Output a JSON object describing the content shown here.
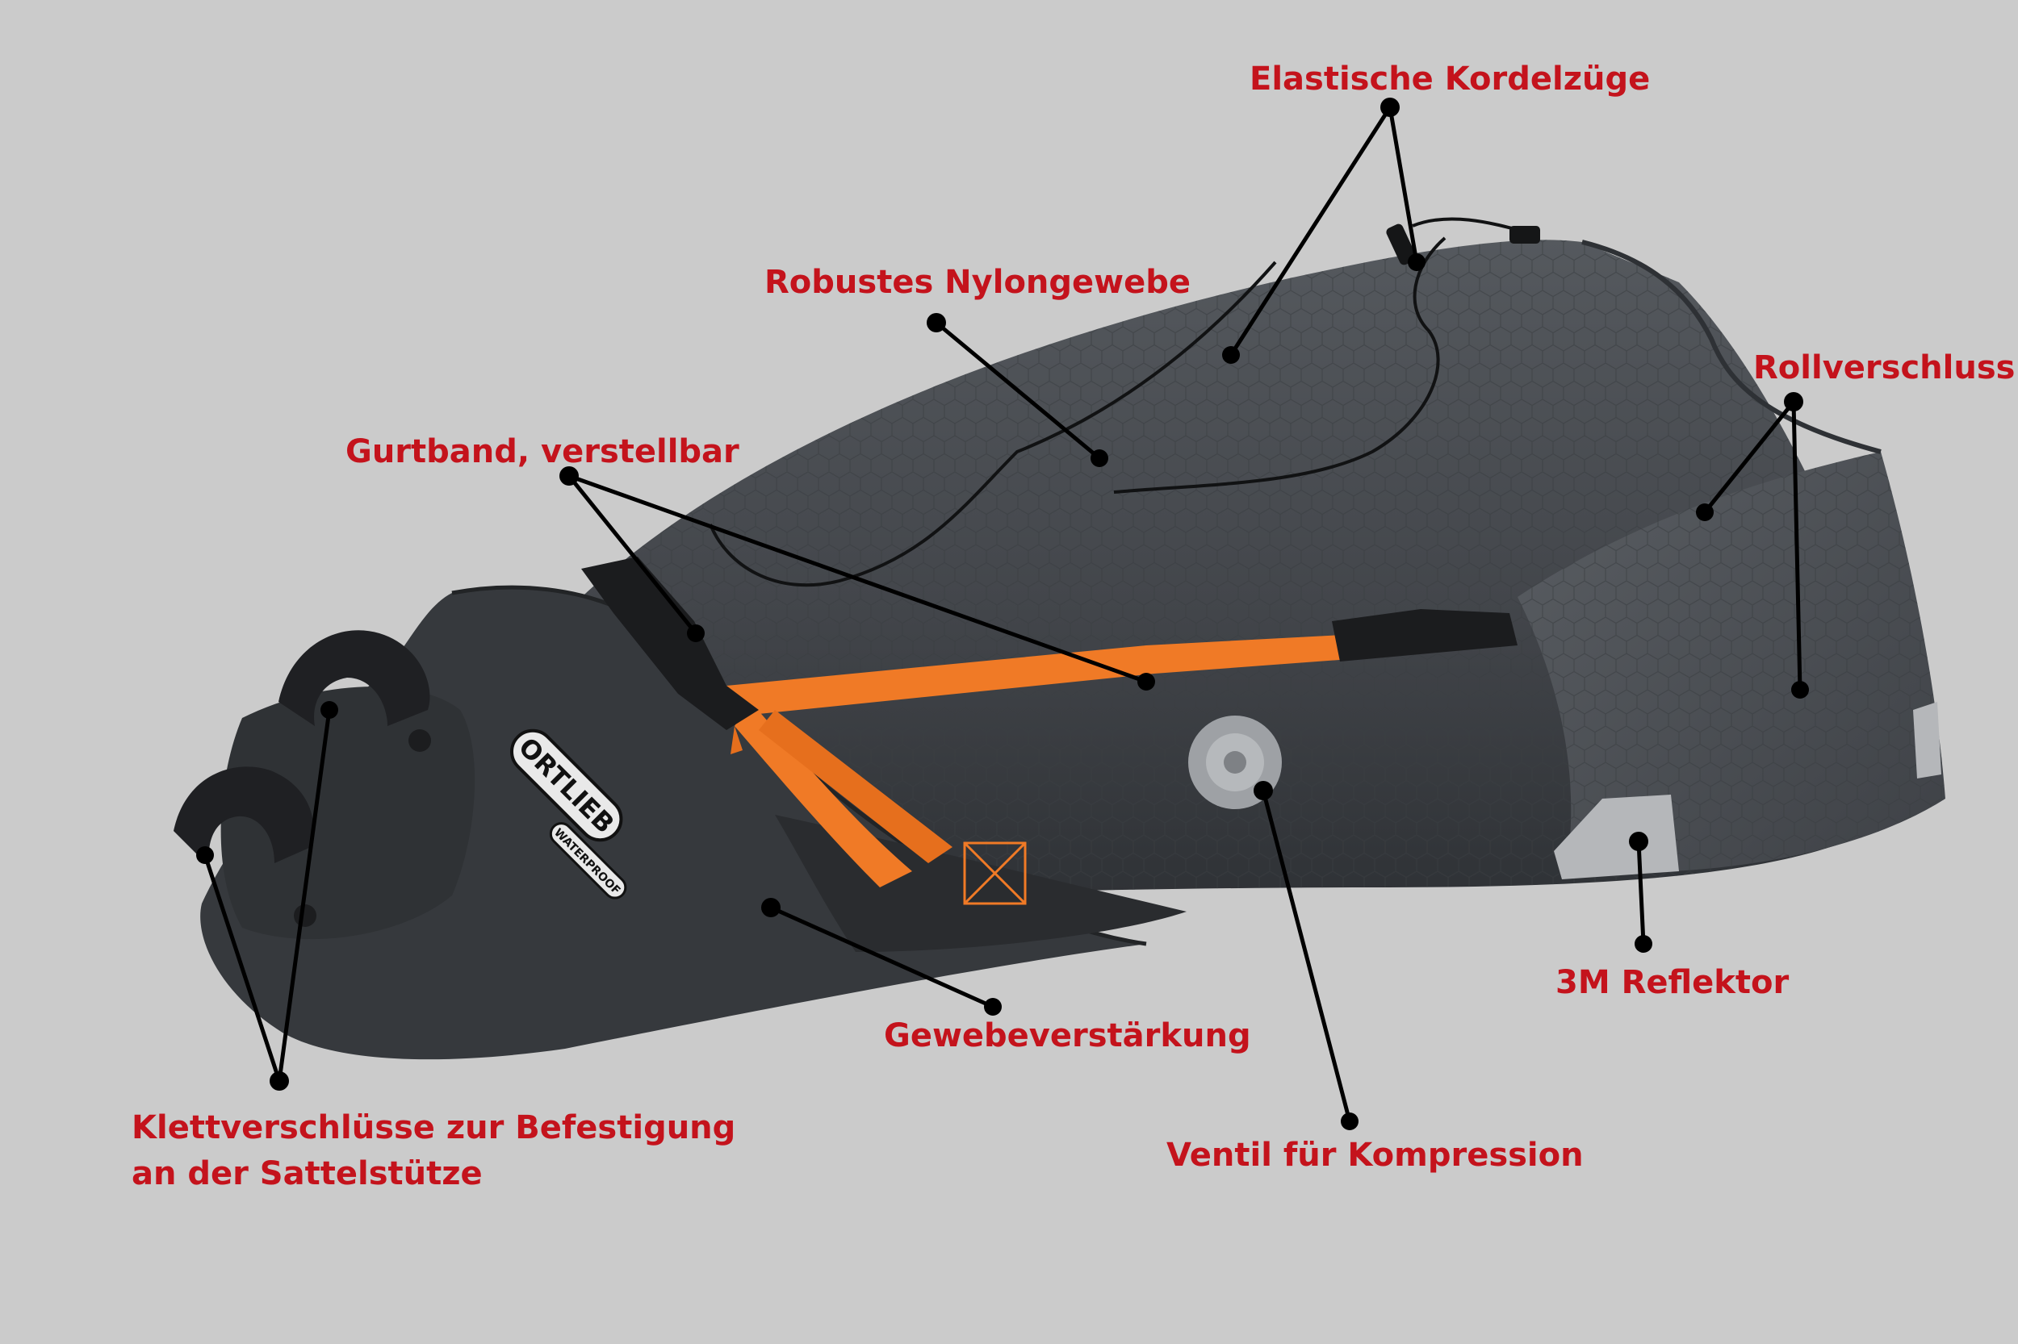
{
  "labels": {
    "kordelzuege": "Elastische Kordelzüge",
    "nylon": "Robustes Nylongewebe",
    "rollverschluss": "Rollverschluss",
    "gurtband": "Gurtband, verstellbar",
    "reflektor": "3M Reflektor",
    "gewebe": "Gewebeverstärkung",
    "ventil": "Ventil für Kompression",
    "klett_line1": "Klettverschlüsse zur Befestigung",
    "klett_line2": "an der Sattelstütze"
  },
  "logo": {
    "brand": "ORTLIEB",
    "badge": "WATERPROOF"
  },
  "colors": {
    "background": "#cbcbcb",
    "label_text": "#c4131c",
    "pointer_line": "#111111",
    "bag_body": "#45484d",
    "strap": "#f07a26"
  }
}
